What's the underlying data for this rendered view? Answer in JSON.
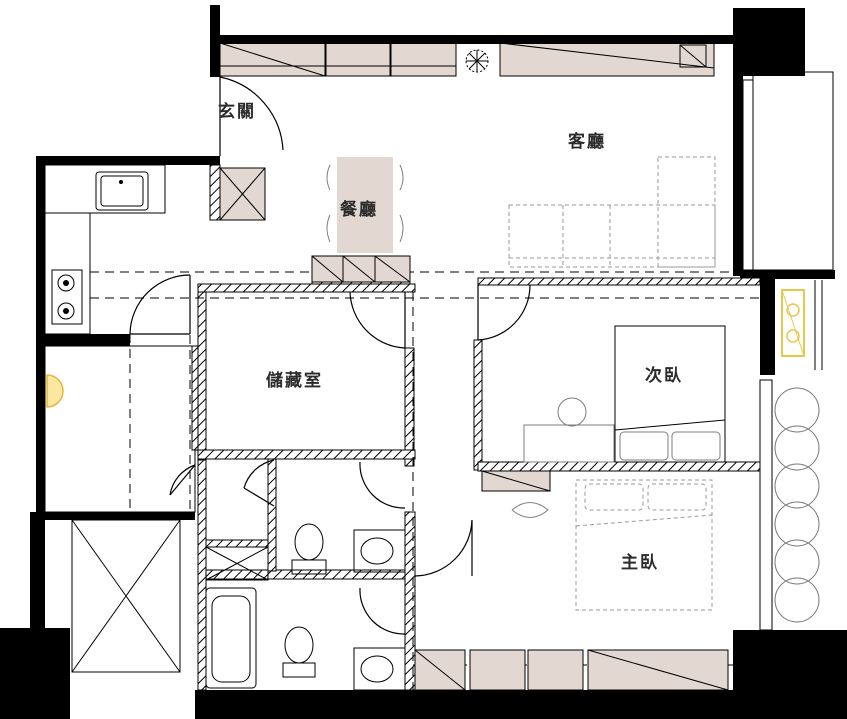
{
  "rooms": {
    "entrance": "玄關",
    "living": "客廳",
    "dining": "餐廳",
    "storage": "儲藏室",
    "second_bedroom": "次臥",
    "master_bedroom": "主臥"
  },
  "colors": {
    "wall": "#000000",
    "cabinet": "#e2d8d1",
    "furniture_line": "#7d7d7d",
    "ac_accent": "#e8c84a",
    "light_accent": "#f0d060"
  },
  "icons": {
    "air_conditioner": "ac-unit-icon",
    "plant": "plant-icon",
    "wall_light": "wall-light-icon"
  }
}
